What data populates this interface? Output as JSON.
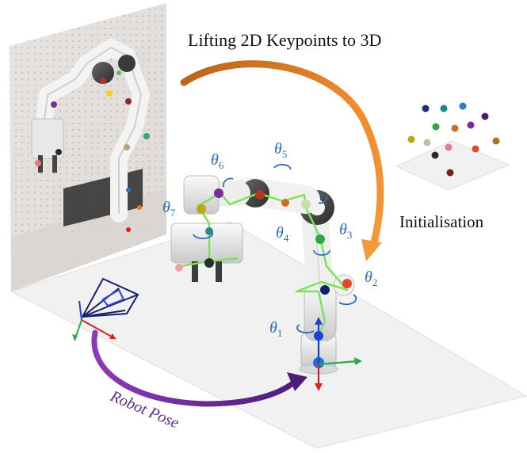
{
  "title": "Lifting  2D Keypoints to 3D",
  "init_label": "Initialisation",
  "pose_label": "Robot Pose",
  "joint_labels": [
    {
      "sym": "θ",
      "sub": "1"
    },
    {
      "sym": "θ",
      "sub": "2"
    },
    {
      "sym": "θ",
      "sub": "3"
    },
    {
      "sym": "θ",
      "sub": "4"
    },
    {
      "sym": "θ",
      "sub": "5"
    },
    {
      "sym": "θ",
      "sub": "6"
    },
    {
      "sym": "θ",
      "sub": "7"
    }
  ],
  "colors": {
    "label_blue": "#2e6db4",
    "lift_arrow": "#e07b1f",
    "pose_arrow": "#6a2a9a",
    "pose_text": "#5b2a8a",
    "skeleton": "#7ee35b",
    "camera": "#14206b",
    "axis_x": "#e0201b",
    "axis_y": "#2aa84a",
    "axis_z": "#1f3fd6"
  },
  "icons": [
    "camera-frustum-icon",
    "coordinate-axes-icon",
    "rotation-arrow-icon"
  ]
}
